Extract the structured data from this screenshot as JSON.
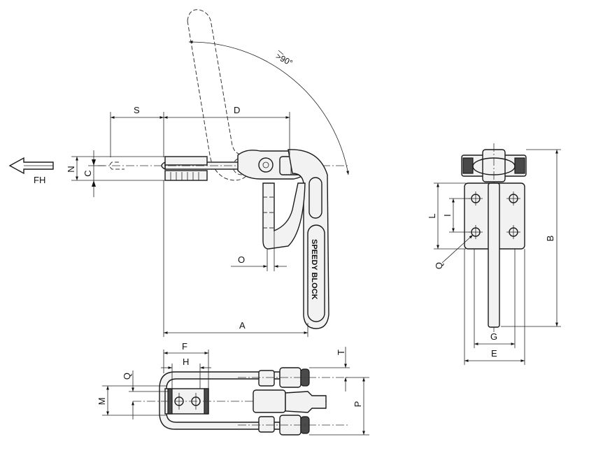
{
  "labels": {
    "S": "S",
    "D": "D",
    "angle": ">90°",
    "N": "N",
    "C": "C",
    "FH": "FH",
    "O": "O",
    "A": "A",
    "L": "L",
    "I": "I",
    "Q_side": "Q",
    "B": "B",
    "G": "G",
    "E": "E",
    "F": "F",
    "H": "H",
    "Q_bottom": "Q",
    "M": "M",
    "T": "T",
    "P": "P"
  },
  "handle_text": "SPEEDY BLOCK"
}
